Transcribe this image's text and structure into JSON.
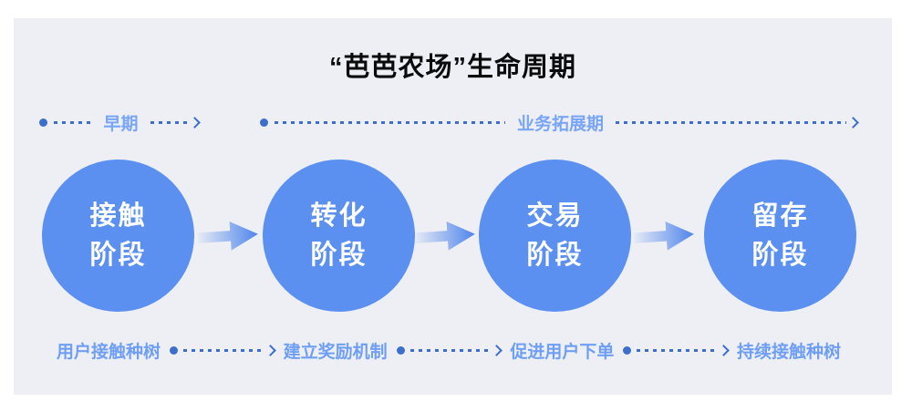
{
  "title": "“芭芭农场”生命周期",
  "timelines": [
    {
      "label": "早期"
    },
    {
      "label": "业务拓展期"
    }
  ],
  "stages": [
    {
      "line1": "接触",
      "line2": "阶段"
    },
    {
      "line1": "转化",
      "line2": "阶段"
    },
    {
      "line1": "交易",
      "line2": "阶段"
    },
    {
      "line1": "留存",
      "line2": "阶段"
    }
  ],
  "bottom_steps": [
    "用户接触种树",
    "建立奖励机制",
    "促进用户下单",
    "持续接触种树"
  ],
  "colors": {
    "panel_background": "#EDEFF4",
    "circle_blue": "#5B90F0",
    "label_light_blue": "#79A5F6",
    "connector_dark_blue": "#3D6ECE",
    "title_black": "#0b0b0d"
  }
}
